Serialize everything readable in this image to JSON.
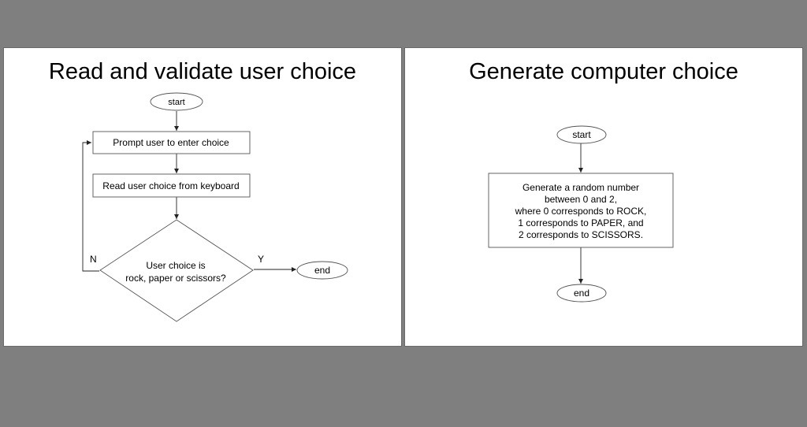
{
  "slides": [
    {
      "title": "Read and validate user choice",
      "nodes": {
        "start": "start",
        "prompt": "Prompt user to enter choice",
        "read": "Read user choice from keyboard",
        "decision": [
          "User choice is",
          "rock, paper or scissors?"
        ],
        "end": "end"
      },
      "labels": {
        "no": "N",
        "yes": "Y"
      }
    },
    {
      "title": "Generate computer choice",
      "nodes": {
        "start": "start",
        "generate": [
          "Generate a random number",
          "between 0 and 2,",
          "where 0 corresponds to ROCK,",
          "1 corresponds to PAPER, and",
          "2 corresponds to SCISSORS."
        ],
        "end": "end"
      }
    }
  ]
}
